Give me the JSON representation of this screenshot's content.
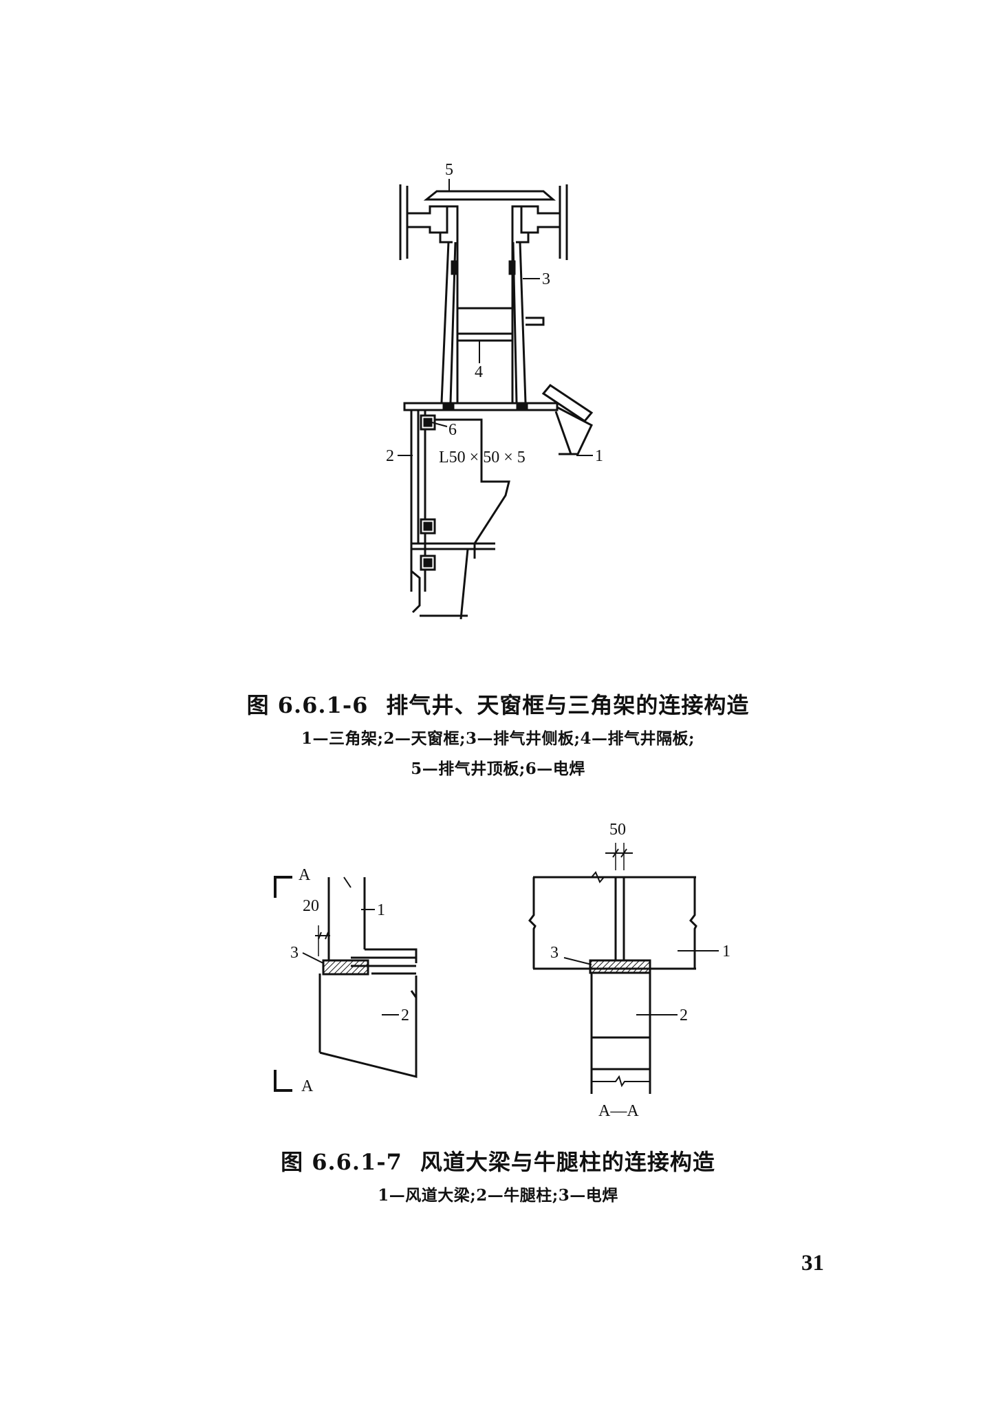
{
  "figure1": {
    "labels": {
      "l1": "1",
      "l2": "2",
      "l3": "3",
      "l4": "4",
      "l5": "5",
      "l6": "6",
      "angle": "L50 × 50 × 5"
    },
    "number": "图 6.6.1-6",
    "title": "排气井、天窗框与三角架的连接构造",
    "legend_line1": "1—三角架;2—天窗框;3—排气井侧板;4—排气井隔板;",
    "legend_line2": "5—排气井顶板;6—电焊"
  },
  "figure2": {
    "left": {
      "section_top": "A",
      "section_bottom": "A",
      "dim": "20",
      "l1": "1",
      "l2": "2",
      "l3": "3"
    },
    "right": {
      "dim": "50",
      "l1": "1",
      "l2": "2",
      "l3": "3",
      "section_label": "A—A"
    },
    "number": "图 6.6.1-7",
    "title": "风道大梁与牛腿柱的连接构造",
    "legend": "1—风道大梁;2—牛腿柱;3—电焊"
  },
  "page_number": "31"
}
